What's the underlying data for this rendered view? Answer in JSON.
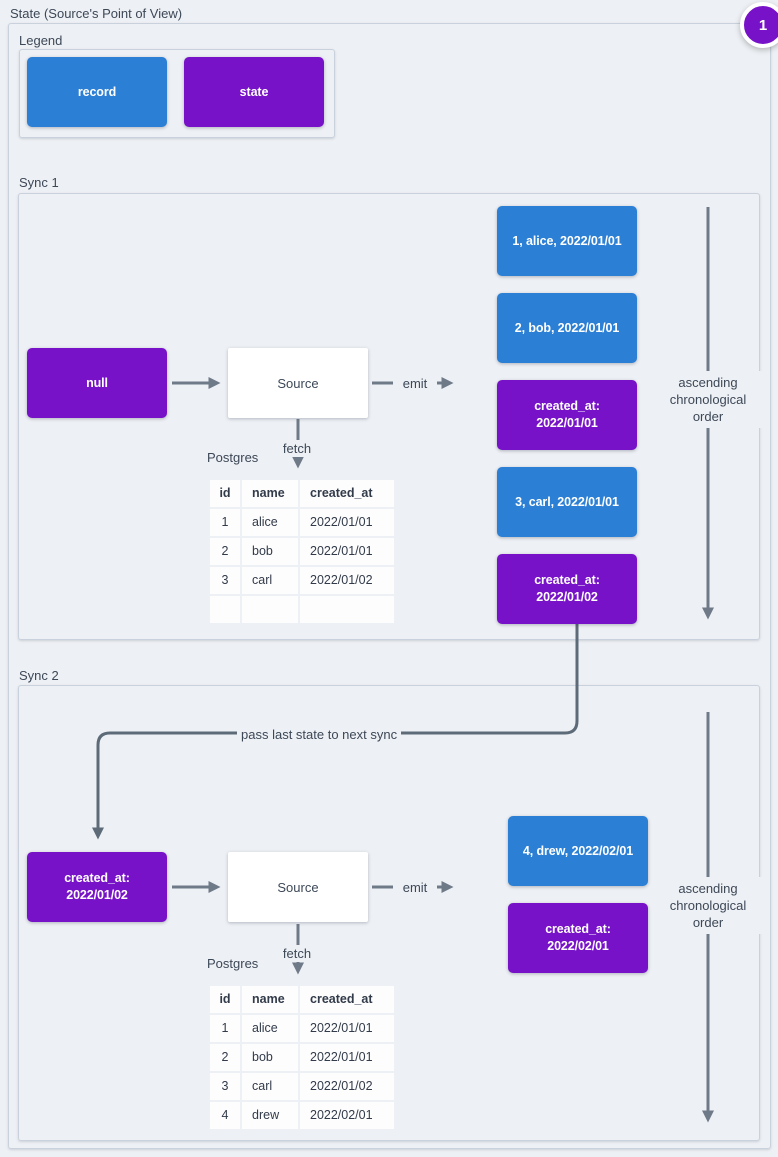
{
  "title": "State (Source's Point of View)",
  "badge": "1",
  "colors": {
    "record": "#2b7fd4",
    "state": "#7712c8"
  },
  "legend": {
    "label": "Legend",
    "items": [
      {
        "type": "record",
        "label": "record"
      },
      {
        "type": "state",
        "label": "state"
      }
    ]
  },
  "connector": {
    "label": "pass last state to next sync"
  },
  "syncs": [
    {
      "label": "Sync 1",
      "input_state": {
        "type": "state",
        "lines": [
          "null"
        ]
      },
      "source": "Source",
      "emit": "emit",
      "fetch": "fetch",
      "db": "Postgres",
      "order_lines": [
        "ascending",
        "chronological",
        "order"
      ],
      "table": {
        "headers": [
          "id",
          "name",
          "created_at"
        ],
        "rows": [
          [
            "1",
            "alice",
            "2022/01/01"
          ],
          [
            "2",
            "bob",
            "2022/01/01"
          ],
          [
            "3",
            "carl",
            "2022/01/02"
          ],
          [
            "",
            "",
            ""
          ]
        ]
      },
      "stream": [
        {
          "type": "record",
          "lines": [
            "1, alice, 2022/01/01"
          ]
        },
        {
          "type": "record",
          "lines": [
            "2, bob, 2022/01/01"
          ]
        },
        {
          "type": "state",
          "lines": [
            "created_at:",
            "2022/01/01"
          ]
        },
        {
          "type": "record",
          "lines": [
            "3, carl, 2022/01/01"
          ]
        },
        {
          "type": "state",
          "lines": [
            "created_at:",
            "2022/01/02"
          ]
        }
      ]
    },
    {
      "label": "Sync 2",
      "input_state": {
        "type": "state",
        "lines": [
          "created_at:",
          "2022/01/02"
        ]
      },
      "source": "Source",
      "emit": "emit",
      "fetch": "fetch",
      "db": "Postgres",
      "order_lines": [
        "ascending",
        "chronological",
        "order"
      ],
      "table": {
        "headers": [
          "id",
          "name",
          "created_at"
        ],
        "rows": [
          [
            "1",
            "alice",
            "2022/01/01"
          ],
          [
            "2",
            "bob",
            "2022/01/01"
          ],
          [
            "3",
            "carl",
            "2022/01/02"
          ],
          [
            "4",
            "drew",
            "2022/02/01"
          ]
        ]
      },
      "stream": [
        {
          "type": "record",
          "lines": [
            "4, drew, 2022/02/01"
          ]
        },
        {
          "type": "state",
          "lines": [
            "created_at:",
            "2022/02/01"
          ]
        }
      ]
    }
  ]
}
